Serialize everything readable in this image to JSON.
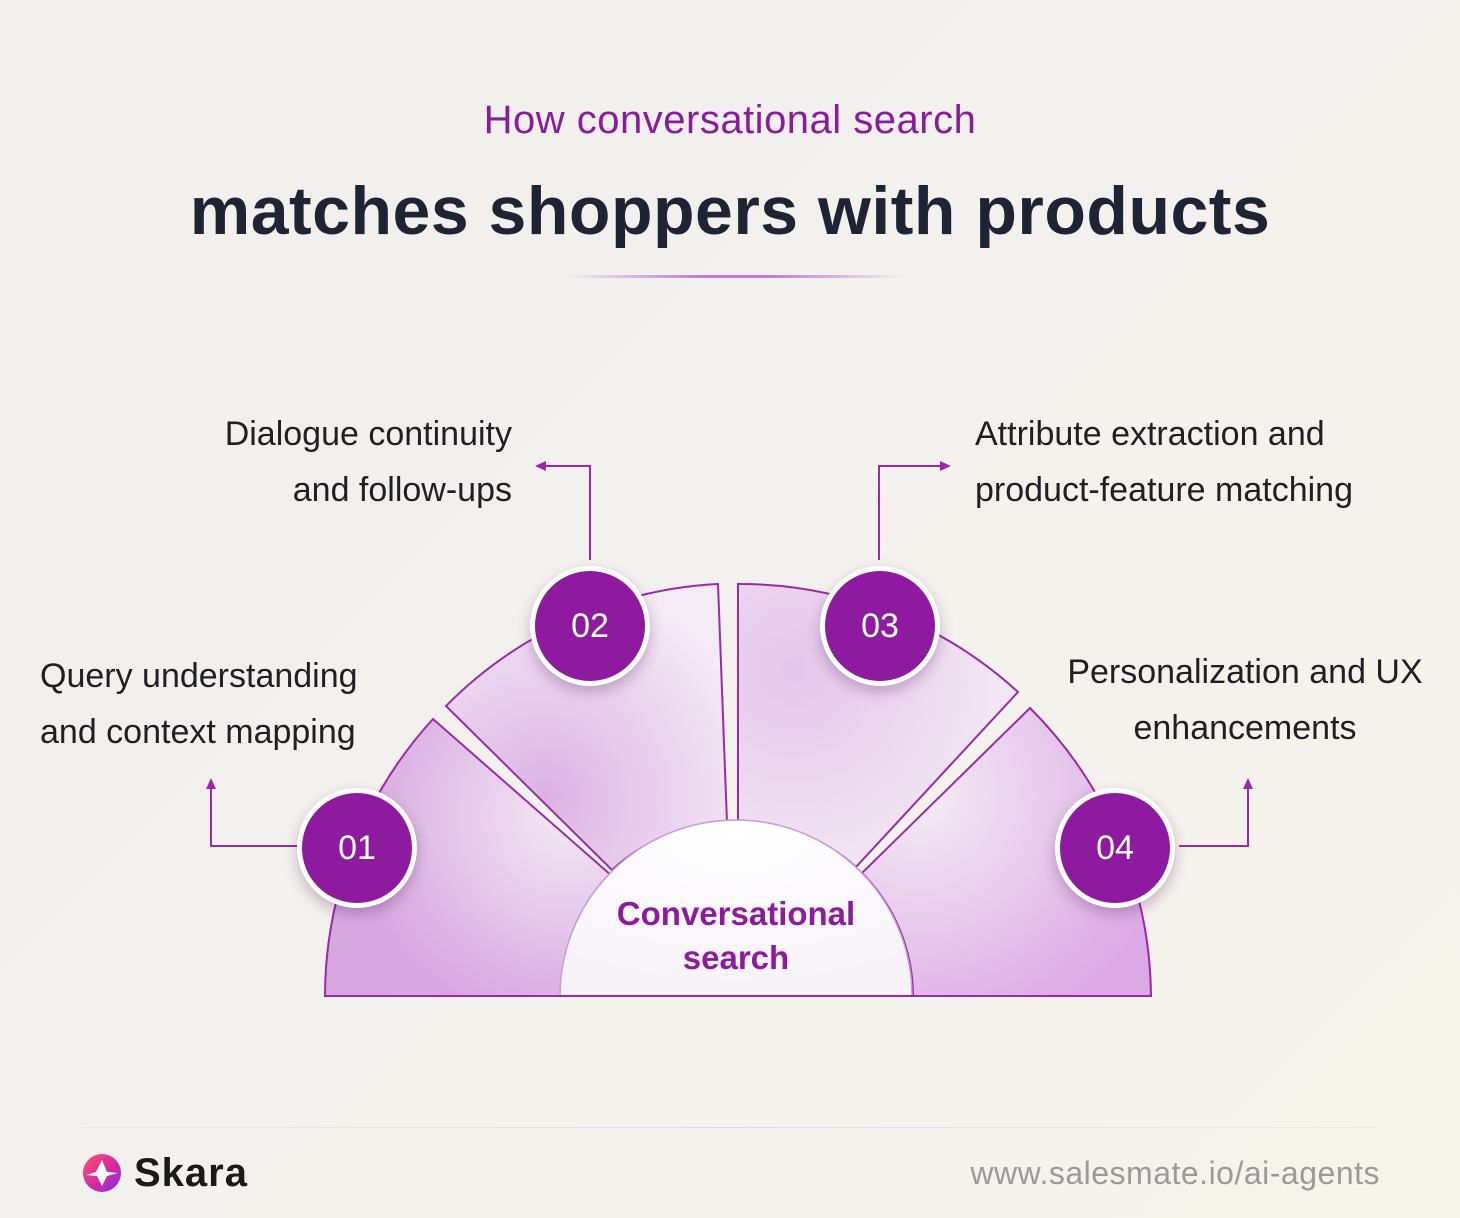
{
  "header": {
    "subtitle": "How conversational search",
    "title": "matches shoppers with products"
  },
  "steps": [
    {
      "number": "01",
      "lines": [
        "Query understanding",
        "and context mapping"
      ]
    },
    {
      "number": "02",
      "lines": [
        "Dialogue continuity",
        "and follow-ups"
      ]
    },
    {
      "number": "03",
      "lines": [
        "Attribute extraction and",
        "product-feature matching"
      ]
    },
    {
      "number": "04",
      "lines": [
        "Personalization and UX",
        "enhancements"
      ]
    }
  ],
  "center": {
    "lines": [
      "Conversational",
      "search"
    ]
  },
  "footer": {
    "brand": "Skara",
    "url": "www.salesmate.io/ai-agents"
  },
  "colors": {
    "accent": "#8e1a9f",
    "title": "#1e2433",
    "connector": "#9b2aa8"
  }
}
